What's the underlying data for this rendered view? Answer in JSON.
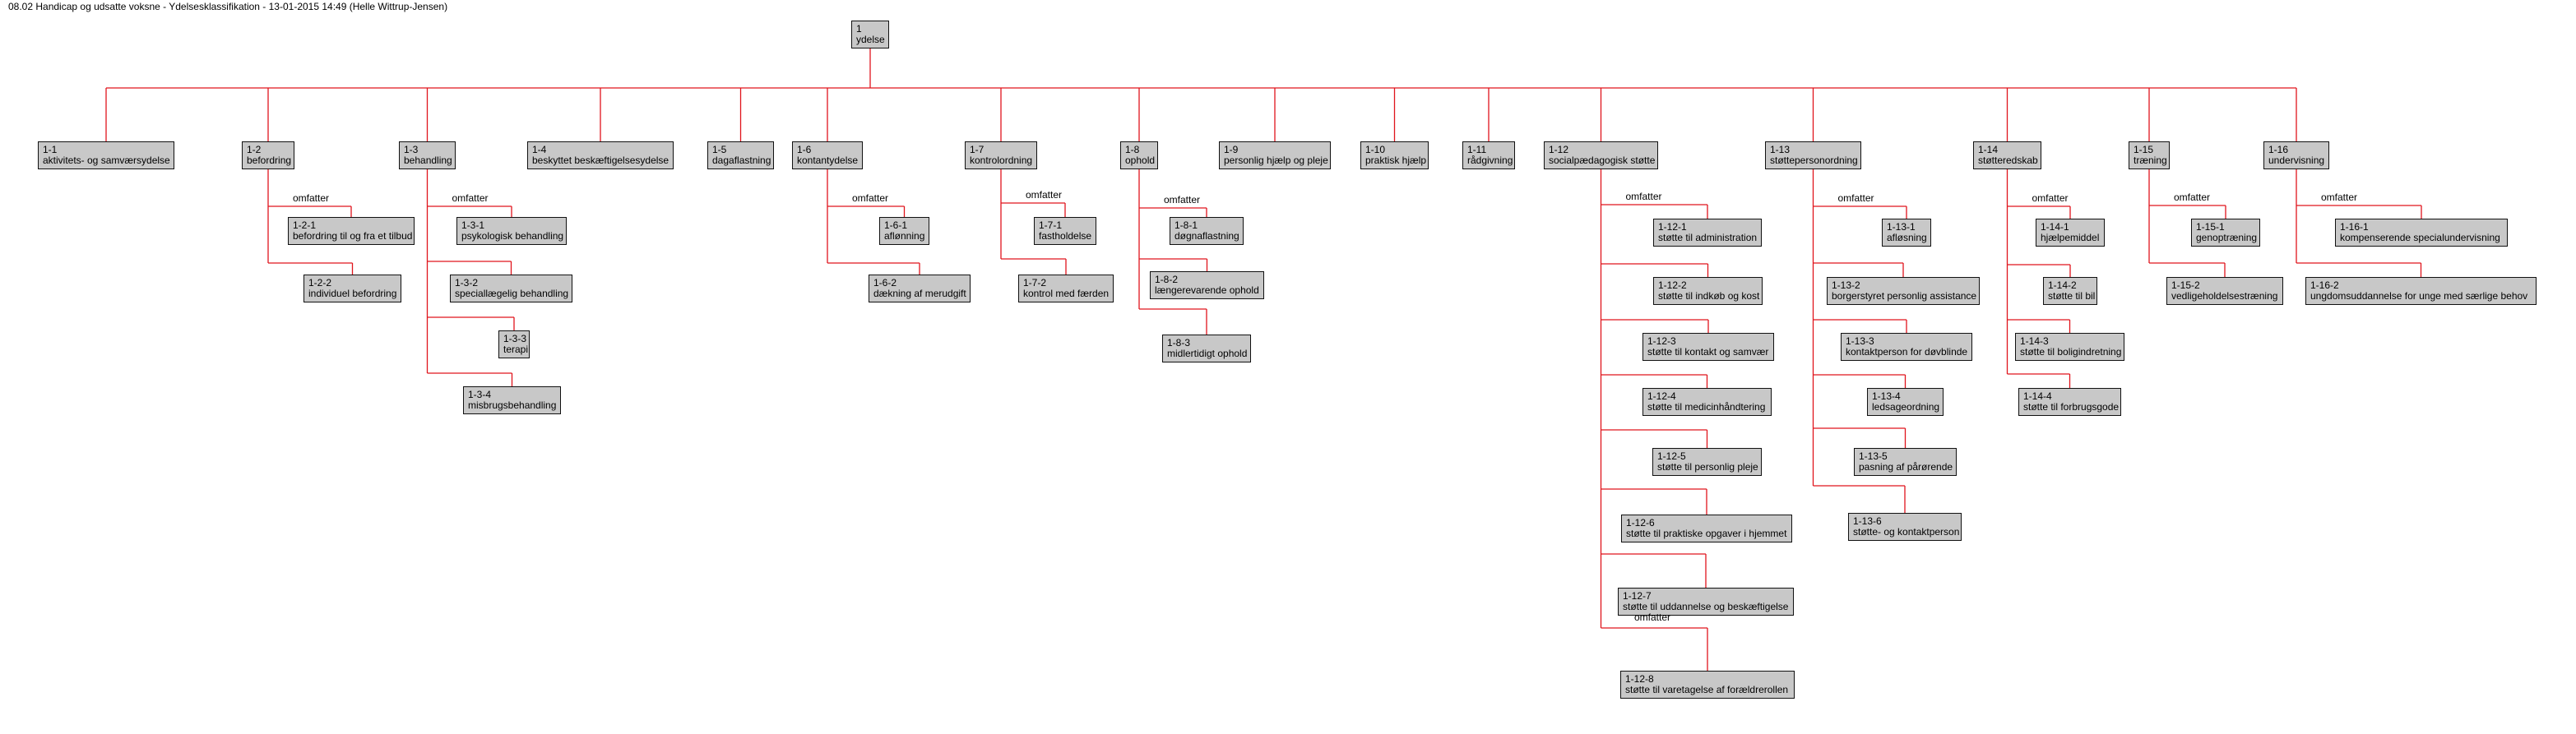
{
  "title": "08.02 Handicap og udsatte voksne - Ydelsesklassifikation - 13-01-2015 14:49 (Helle Wittrup-Jensen)",
  "colors": {
    "connector": "#e0141c",
    "box_fill": "#c8c8c8",
    "box_border": "#111111"
  },
  "root": {
    "code": "1",
    "label": "ydelse"
  },
  "nodes": [
    {
      "code": "1-1",
      "label": "aktivitets- og samværsydelse",
      "relations": [],
      "children": []
    },
    {
      "code": "1-2",
      "label": "befordring",
      "relations": [
        "omfatter"
      ],
      "children": [
        {
          "code": "1-2-1",
          "label": "befordring til og fra et tilbud"
        },
        {
          "code": "1-2-2",
          "label": "individuel befordring"
        }
      ]
    },
    {
      "code": "1-3",
      "label": "behandling",
      "relations": [
        "omfatter"
      ],
      "children": [
        {
          "code": "1-3-1",
          "label": "psykologisk behandling"
        },
        {
          "code": "1-3-2",
          "label": "speciallægelig behandling"
        },
        {
          "code": "1-3-3",
          "label": "terapi"
        },
        {
          "code": "1-3-4",
          "label": "misbrugsbehandling"
        }
      ]
    },
    {
      "code": "1-4",
      "label": "beskyttet beskæftigelsesydelse",
      "relations": [],
      "children": []
    },
    {
      "code": "1-5",
      "label": "dagaflastning",
      "relations": [],
      "children": []
    },
    {
      "code": "1-6",
      "label": "kontantydelse",
      "relations": [
        "omfatter"
      ],
      "children": [
        {
          "code": "1-6-1",
          "label": "aflønning"
        },
        {
          "code": "1-6-2",
          "label": "dækning af merudgift"
        }
      ]
    },
    {
      "code": "1-7",
      "label": "kontrolordning",
      "relations": [
        "omfatter"
      ],
      "children": [
        {
          "code": "1-7-1",
          "label": "fastholdelse"
        },
        {
          "code": "1-7-2",
          "label": "kontrol med færden"
        }
      ]
    },
    {
      "code": "1-8",
      "label": "ophold",
      "relations": [
        "omfatter"
      ],
      "children": [
        {
          "code": "1-8-1",
          "label": "døgnaflastning"
        },
        {
          "code": "1-8-2",
          "label": "længerevarende ophold"
        },
        {
          "code": "1-8-3",
          "label": "midlertidigt ophold"
        }
      ]
    },
    {
      "code": "1-9",
      "label": "personlig hjælp og pleje",
      "relations": [],
      "children": []
    },
    {
      "code": "1-10",
      "label": "praktisk hjælp",
      "relations": [],
      "children": []
    },
    {
      "code": "1-11",
      "label": "rådgivning",
      "relations": [],
      "children": []
    },
    {
      "code": "1-12",
      "label": "socialpædagogisk støtte",
      "relations": [
        "omfatter",
        "omfatter"
      ],
      "children": [
        {
          "code": "1-12-1",
          "label": "støtte til administration"
        },
        {
          "code": "1-12-2",
          "label": "støtte til indkøb og kost"
        },
        {
          "code": "1-12-3",
          "label": "støtte til kontakt og samvær"
        },
        {
          "code": "1-12-4",
          "label": "støtte til medicinhåndtering"
        },
        {
          "code": "1-12-5",
          "label": "støtte til personlig pleje"
        },
        {
          "code": "1-12-6",
          "label": "støtte til praktiske opgaver i hjemmet"
        },
        {
          "code": "1-12-7",
          "label": "støtte til uddannelse og beskæftigelse"
        },
        {
          "code": "1-12-8",
          "label": "støtte til varetagelse af forældrerollen"
        }
      ]
    },
    {
      "code": "1-13",
      "label": "støttepersonordning",
      "relations": [
        "omfatter"
      ],
      "children": [
        {
          "code": "1-13-1",
          "label": "afløsning"
        },
        {
          "code": "1-13-2",
          "label": "borgerstyret personlig assistance"
        },
        {
          "code": "1-13-3",
          "label": "kontaktperson for døvblinde"
        },
        {
          "code": "1-13-4",
          "label": "ledsageordning"
        },
        {
          "code": "1-13-5",
          "label": "pasning af pårørende"
        },
        {
          "code": "1-13-6",
          "label": "støtte- og kontaktperson"
        }
      ]
    },
    {
      "code": "1-14",
      "label": "støtteredskab",
      "relations": [
        "omfatter"
      ],
      "children": [
        {
          "code": "1-14-1",
          "label": "hjælpemiddel"
        },
        {
          "code": "1-14-2",
          "label": "støtte til bil"
        },
        {
          "code": "1-14-3",
          "label": "støtte til boligindretning"
        },
        {
          "code": "1-14-4",
          "label": "støtte til forbrugsgode"
        }
      ]
    },
    {
      "code": "1-15",
      "label": "træning",
      "relations": [
        "omfatter"
      ],
      "children": [
        {
          "code": "1-15-1",
          "label": "genoptræning"
        },
        {
          "code": "1-15-2",
          "label": "vedligeholdelsestræning"
        }
      ]
    },
    {
      "code": "1-16",
      "label": "undervisning",
      "relations": [
        "omfatter"
      ],
      "children": [
        {
          "code": "1-16-1",
          "label": "kompenserende specialundervisning"
        },
        {
          "code": "1-16-2",
          "label": "ungdomsuddannelse for unge med særlige behov"
        }
      ]
    }
  ]
}
